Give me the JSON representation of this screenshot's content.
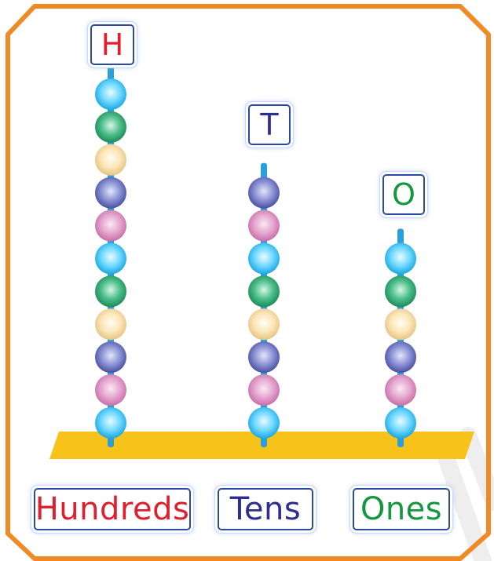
{
  "colors": {
    "frame": "#f08a24",
    "base": "#f7c21a",
    "rod": "#2a9fd8",
    "hundreds": "#e01f2d",
    "tens": "#2c2f8f",
    "ones": "#14983f"
  },
  "bead_palette": {
    "cyan": {
      "light": "#e8fbff",
      "mid": "#6fd8ff",
      "dark": "#1aa8e0"
    },
    "green": {
      "light": "#d9f5e6",
      "mid": "#4cbf8a",
      "dark": "#1e8a5a"
    },
    "cream": {
      "light": "#fffdf2",
      "mid": "#fbe7b8",
      "dark": "#e6c384"
    },
    "indigo": {
      "light": "#e3e6fa",
      "mid": "#8b92d4",
      "dark": "#4a50a0"
    },
    "pink": {
      "light": "#fbe9f3",
      "mid": "#e5a6cf",
      "dark": "#c76ea8"
    }
  },
  "columns": [
    {
      "key": "hundreds",
      "letter": "H",
      "place_name": "Hundreds",
      "bead_count": 11,
      "beads": [
        "cyan",
        "green",
        "cream",
        "indigo",
        "pink",
        "cyan",
        "green",
        "cream",
        "indigo",
        "pink",
        "cyan"
      ]
    },
    {
      "key": "tens",
      "letter": "T",
      "place_name": "Tens",
      "bead_count": 8,
      "beads": [
        "indigo",
        "pink",
        "cyan",
        "green",
        "cream",
        "indigo",
        "pink",
        "cyan"
      ]
    },
    {
      "key": "ones",
      "letter": "O",
      "place_name": "Ones",
      "bead_count": 6,
      "beads": [
        "cyan",
        "green",
        "cream",
        "indigo",
        "pink",
        "cyan"
      ]
    }
  ]
}
